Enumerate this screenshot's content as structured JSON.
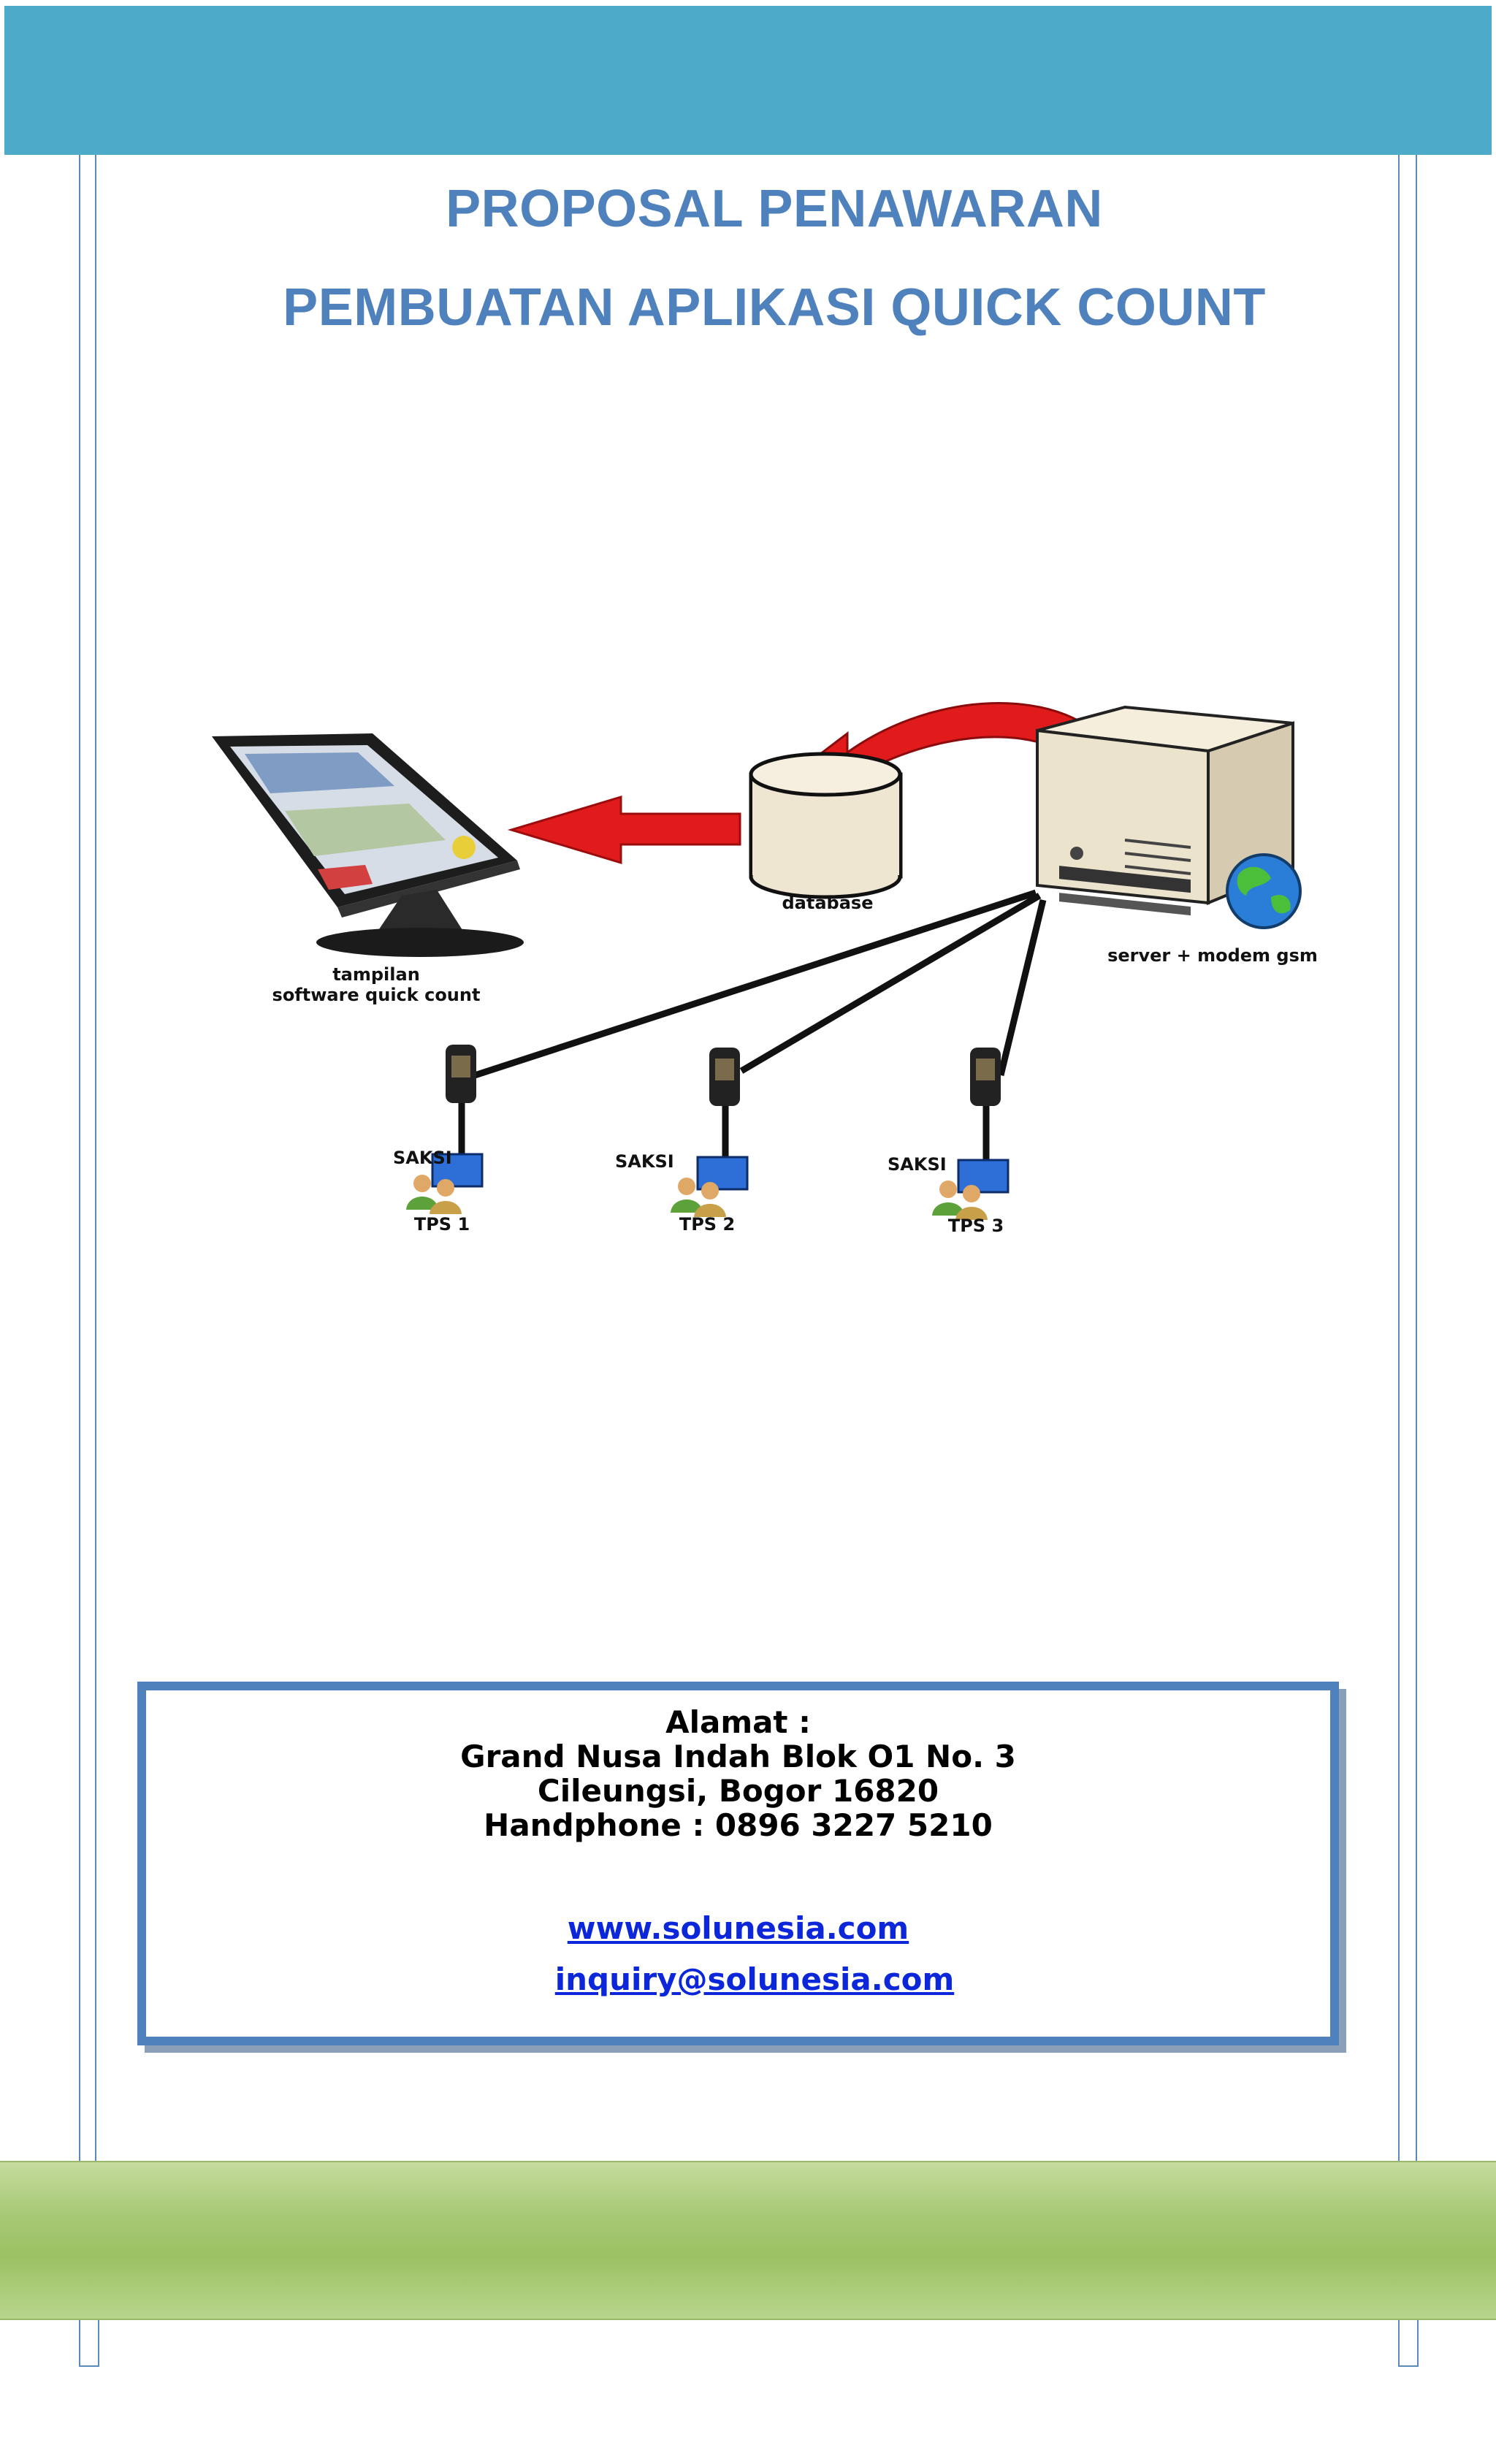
{
  "header": {
    "title_line1": "PROPOSAL PENAWARAN",
    "title_line2": "PEMBUATAN APLIKASI QUICK COUNT"
  },
  "diagram": {
    "monitor_label_line1": "tampilan",
    "monitor_label_line2": "software quick count",
    "database_label": "database",
    "server_label": "server + modem gsm",
    "saksi_label": "SAKSI",
    "tps": [
      "TPS 1",
      "TPS 2",
      "TPS 3"
    ]
  },
  "contact": {
    "alamat_label": "Alamat :",
    "address_line1": "Grand Nusa Indah Blok O1 No. 3",
    "address_line2": "Cileungsi, Bogor 16820",
    "phone": "Handphone : 0896 3227 5210",
    "website": "www.solunesia.com",
    "email": "inquiry@solunesia.com"
  },
  "colors": {
    "header_banner": "#4eaac9",
    "title_text": "#4f81bd",
    "box_border": "#4f81bd",
    "link": "#0b27d9",
    "footer_banner": "#9bc163"
  }
}
